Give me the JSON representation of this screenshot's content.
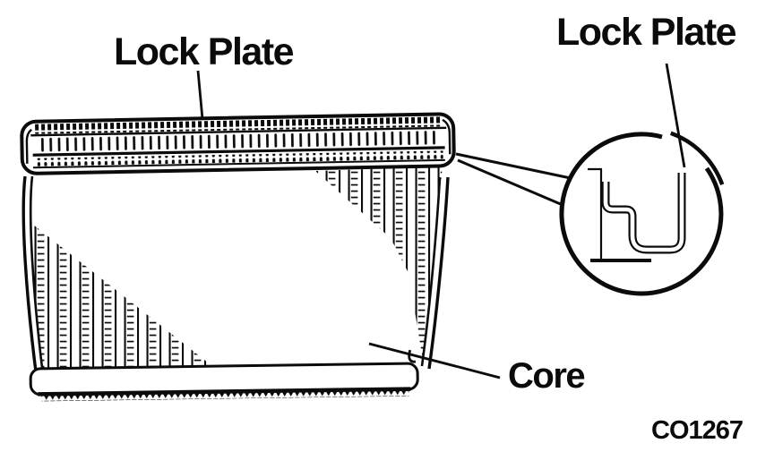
{
  "diagram": {
    "description": "Radiator core and lock plate line drawing",
    "labels": {
      "lock_plate_top": "Lock Plate",
      "lock_plate_detail": "Lock Plate",
      "core": "Core"
    },
    "figure_code": "CO1267",
    "colors": {
      "ink": "#0b0b0b",
      "background": "#ffffff"
    }
  }
}
